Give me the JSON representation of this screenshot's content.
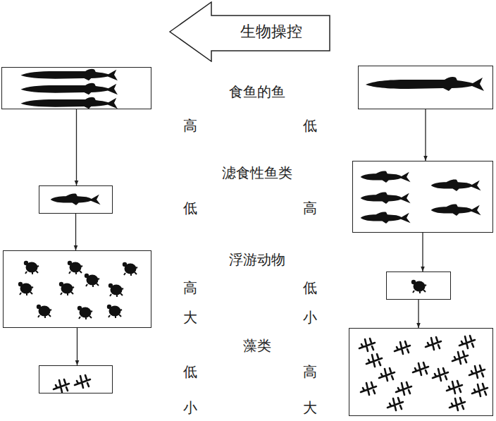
{
  "diagram": {
    "nodes": [
      {
        "text": [
          "生物操控"
        ]
      },
      {
        "text": []
      },
      {
        "text": []
      },
      {
        "text": []
      },
      {
        "text": []
      },
      {
        "text": []
      },
      {
        "text": []
      },
      {
        "text": []
      },
      {
        "text": []
      }
    ],
    "edges": [
      {
        "from": 1,
        "to": 2,
        "arrow": "to"
      },
      {
        "from": 2,
        "to": 3,
        "arrow": "to"
      },
      {
        "from": 3,
        "to": 4,
        "arrow": "to"
      },
      {
        "from": 5,
        "to": 6,
        "arrow": "to"
      },
      {
        "from": 6,
        "to": 7,
        "arrow": "to"
      },
      {
        "from": 7,
        "to": 8,
        "arrow": "to"
      }
    ],
    "labels": [
      "食鱼的鱼",
      "高",
      "低",
      "滤食性鱼类",
      "低",
      "高",
      "浮游动物",
      "高",
      "低",
      "大",
      "小",
      "藻类",
      "低",
      "高",
      "小",
      "大"
    ]
  }
}
